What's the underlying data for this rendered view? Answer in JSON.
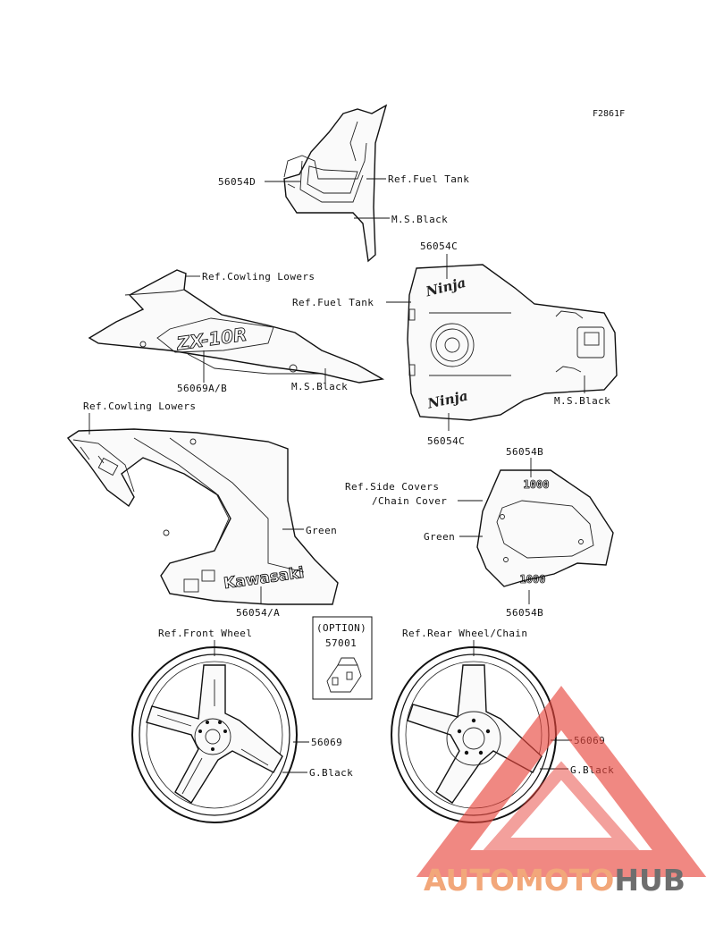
{
  "figure_id": "F2861F",
  "labels": {
    "tail_part": "56054D",
    "tail_ref": "Ref.Fuel Tank",
    "tail_color": "M.S.Black",
    "cowl_top_ref": "Ref.Cowling Lowers",
    "cowl_top_part": "56069A/B",
    "cowl_top_color": "M.S.Black",
    "tank_part_top": "56054C",
    "tank_ref": "Ref.Fuel Tank",
    "tank_color": "M.S.Black",
    "tank_part_bottom": "56054C",
    "cowl_side_ref": "Ref.Cowling Lowers",
    "cowl_side_color": "Green",
    "cowl_side_part": "56054/A",
    "cover_part_top": "56054B",
    "cover_ref_line1": "Ref.Side Covers",
    "cover_ref_line2": "/Chain Cover",
    "cover_color": "Green",
    "cover_part_bottom": "56054B",
    "option_title": "(OPTION)",
    "option_part": "57001",
    "front_wheel_ref": "Ref.Front Wheel",
    "front_wheel_part": "56069",
    "front_wheel_color": "G.Black",
    "rear_wheel_ref": "Ref.Rear Wheel/Chain",
    "rear_wheel_part": "56069",
    "rear_wheel_color": "G.Black"
  },
  "decals": {
    "cowl_model": "ZX-10R",
    "cowl_brand": "Kawasaki",
    "tank_brand": "Ninja",
    "cover_model": "1000"
  },
  "watermark": {
    "word_a": "AUTOMOTO",
    "word_b": "HUB",
    "color_a": "#f2a77a",
    "color_b": "#6e6e6e",
    "triangle_color": "#e8453c"
  }
}
